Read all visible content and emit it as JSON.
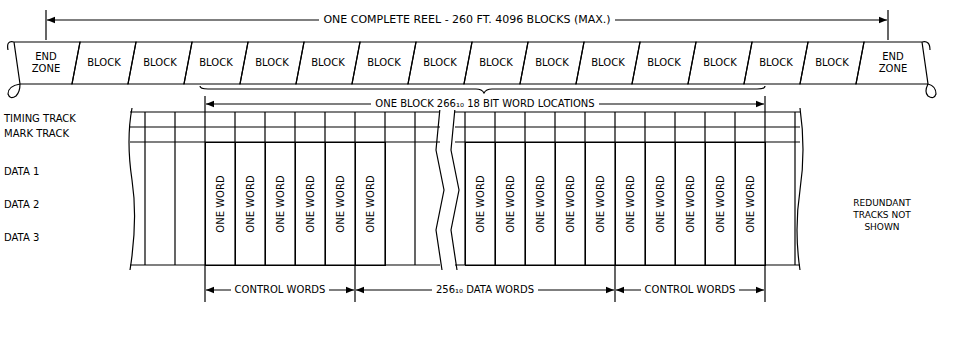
{
  "diagram": {
    "nodes": [
      {
        "text": [
          "END ZONE"
        ]
      },
      {
        "text": [
          "BLOCK"
        ]
      },
      {
        "text": [
          "BLOCK"
        ]
      },
      {
        "text": [
          "BLOCK"
        ]
      },
      {
        "text": [
          "BLOCK"
        ]
      },
      {
        "text": [
          "BLOCK"
        ]
      },
      {
        "text": [
          "BLOCK"
        ]
      },
      {
        "text": [
          "BLOCK"
        ]
      },
      {
        "text": [
          "BLOCK"
        ]
      },
      {
        "text": [
          "BLOCK"
        ]
      },
      {
        "text": [
          "BLOCK"
        ]
      },
      {
        "text": [
          "BLOCK"
        ]
      },
      {
        "text": [
          "BLOCK"
        ]
      },
      {
        "text": [
          "BLOCK"
        ]
      },
      {
        "text": [
          "BLOCK"
        ]
      },
      {
        "text": [
          "END ZONE"
        ]
      },
      {
        "text": [
          "ONE WORD"
        ]
      },
      {
        "text": [
          "ONE WORD"
        ]
      },
      {
        "text": [
          "ONE WORD"
        ]
      },
      {
        "text": [
          "ONE WORD"
        ]
      },
      {
        "text": [
          "ONE WORD"
        ]
      },
      {
        "text": [
          "ONE WORD"
        ]
      },
      {
        "text": [
          "ONE WORD"
        ]
      },
      {
        "text": [
          "ONE WORD"
        ]
      },
      {
        "text": [
          "ONE WORD"
        ]
      },
      {
        "text": [
          "ONE WORD"
        ]
      },
      {
        "text": [
          "ONE WORD"
        ]
      },
      {
        "text": [
          "ONE WORD"
        ]
      },
      {
        "text": [
          "ONE WORD"
        ]
      },
      {
        "text": [
          "ONE WORD"
        ]
      },
      {
        "text": [
          "ONE WORD"
        ]
      },
      {
        "text": [
          "ONE WORD"
        ]
      }
    ],
    "labels": [
      "ONE COMPLETE REEL - 260 FT. 4096 BLOCKS (MAX.)",
      "ONE BLOCK 266₁₀ 18 BIT WORD LOCATIONS",
      "TIMING TRACK",
      "MARK TRACK",
      "DATA 1",
      "DATA 2",
      "DATA 3",
      "REDUNDANT TRACKS NOT SHOWN",
      "CONTROL WORDS",
      "256₁₀ DATA WORDS",
      "CONTROL WORDS"
    ]
  }
}
